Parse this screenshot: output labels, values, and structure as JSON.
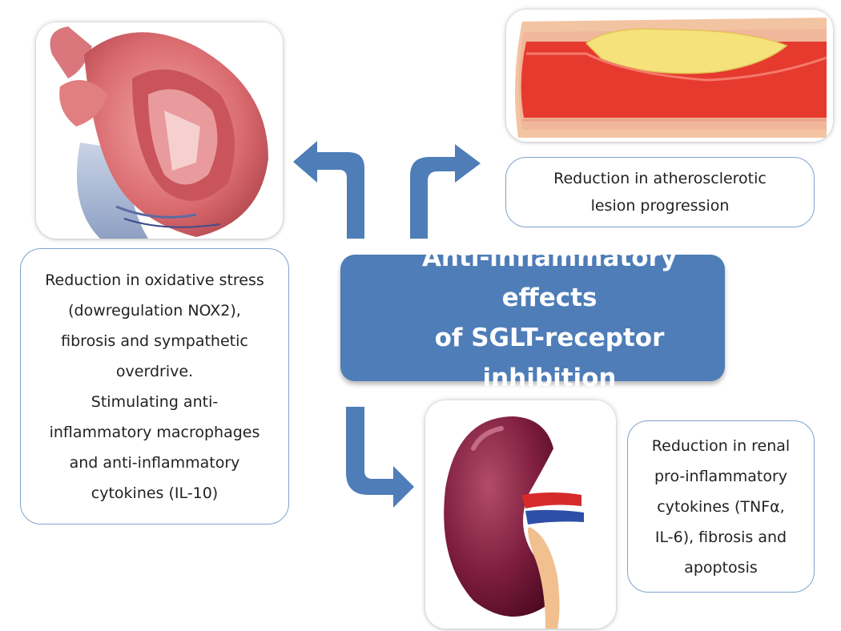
{
  "center_title": {
    "line1": "Anti-inflammatory effects",
    "line2": "of SGLT-receptor inhibition"
  },
  "atherosclerosis_box": {
    "line1": "Reduction in atherosclerotic",
    "line2": "lesion progression"
  },
  "heart_box": {
    "lines": [
      "Reduction in oxidative stress",
      "(dowregulation NOX2),",
      "fibrosis and sympathetic",
      "overdrive.",
      "Stimulating anti-",
      "inflammatory macrophages",
      "and anti-inflammatory",
      "cytokines (IL-10)"
    ]
  },
  "kidney_box": {
    "lines": [
      "Reduction in renal",
      "pro-inflammatory",
      "cytokines (TNFα,",
      "IL-6), fibrosis and",
      "apoptosis"
    ]
  },
  "colors": {
    "center_fill": "#4e7db8",
    "arrow_fill": "#4e7db8",
    "box_border": "#7fa2cc"
  }
}
